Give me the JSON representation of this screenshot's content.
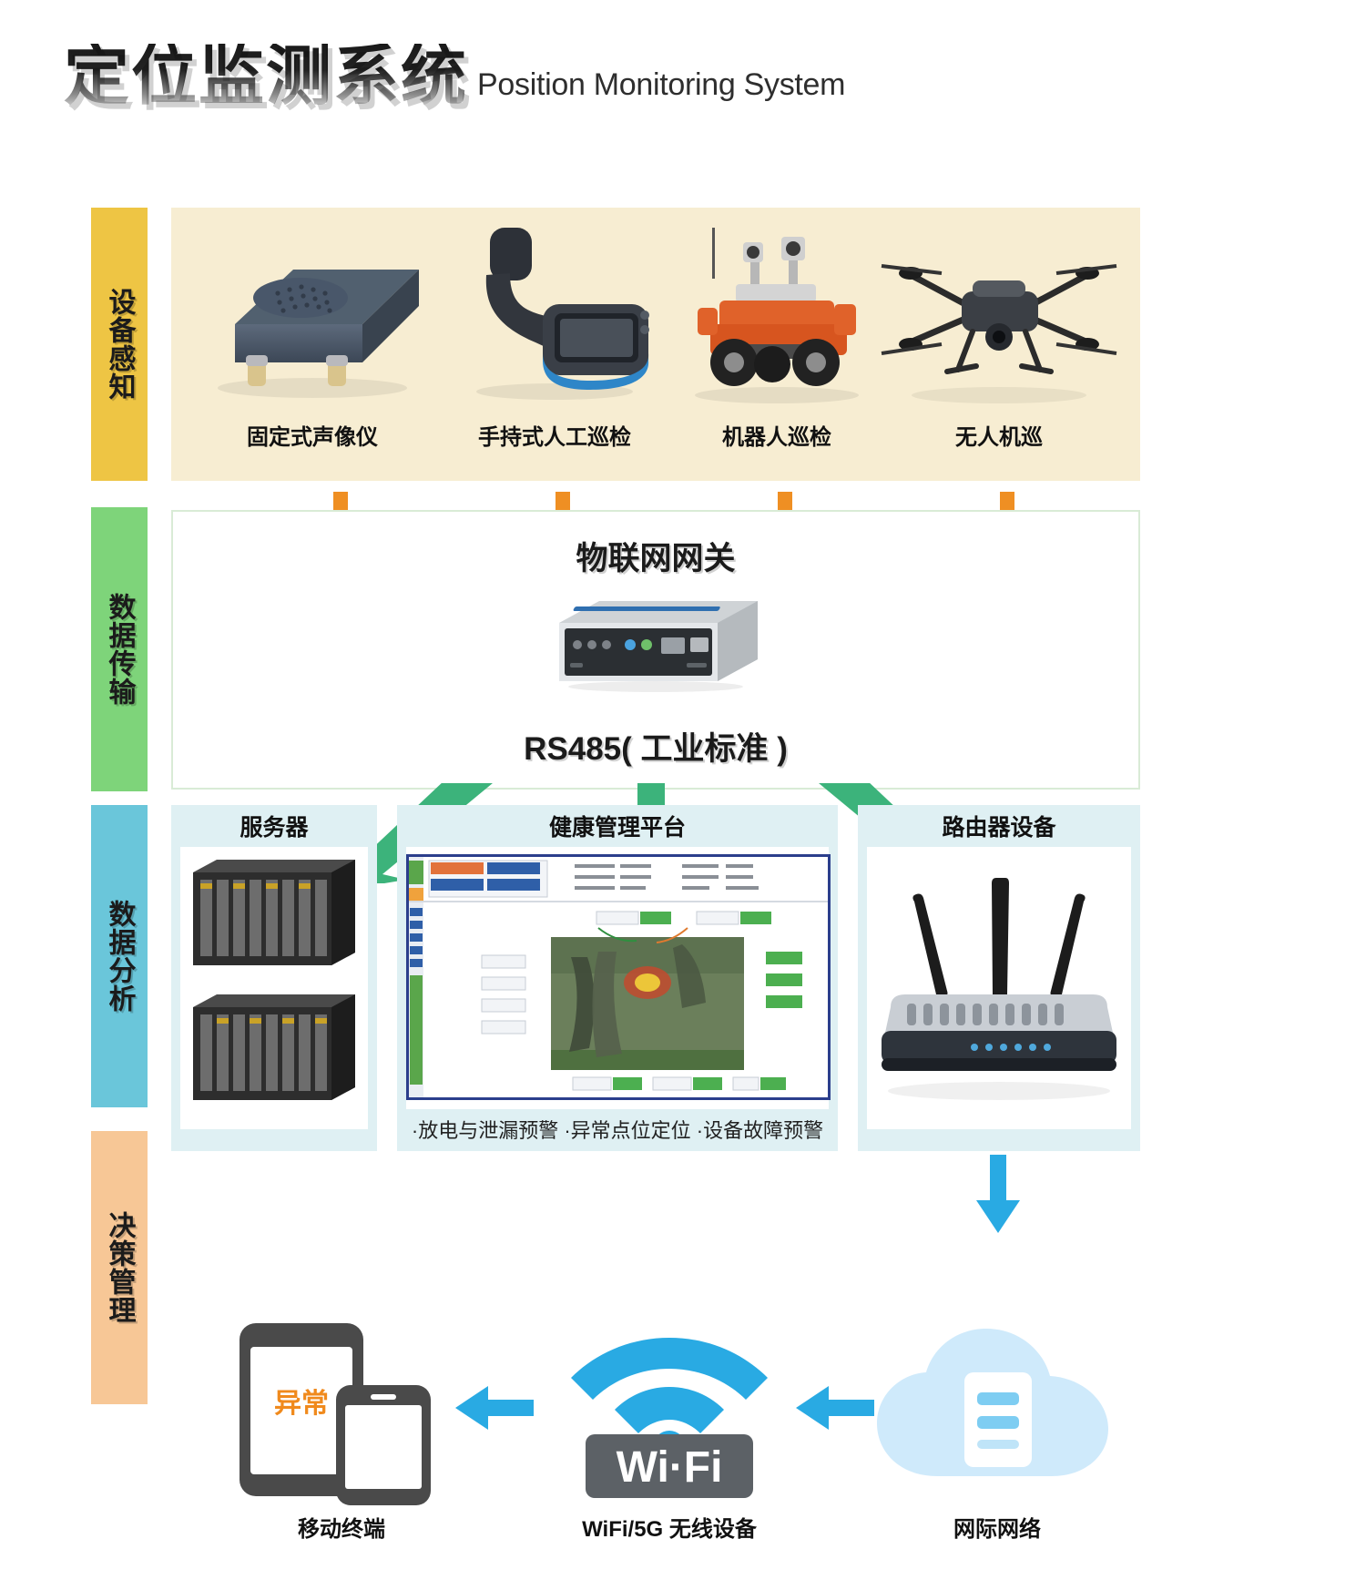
{
  "header": {
    "title_cn": "定位监测系统",
    "title_en": "Position Monitoring System"
  },
  "stages": [
    {
      "label": "设备感知",
      "color": "#eec544"
    },
    {
      "label": "数据传输",
      "color": "#7ed47a"
    },
    {
      "label": "数据分析",
      "color": "#6ac6da"
    },
    {
      "label": "决策管理",
      "color": "#f7c796"
    }
  ],
  "sensing": {
    "devices": [
      {
        "label": "固定式声像仪",
        "icon": "acoustic-imager-icon"
      },
      {
        "label": "手持式人工巡检",
        "icon": "handheld-inspector-icon"
      },
      {
        "label": "机器人巡检",
        "icon": "inspection-robot-icon"
      },
      {
        "label": "无人机巡",
        "icon": "drone-icon"
      }
    ]
  },
  "transmission": {
    "gateway_title": "物联网网关",
    "gateway_icon": "iot-gateway-box-icon",
    "protocol_label": "RS485( 工业标准 )"
  },
  "analysis": {
    "panels": [
      {
        "title": "服务器",
        "icon": "server-rack-icon"
      },
      {
        "title": "健康管理平台",
        "icon": "dashboard-screen-icon"
      },
      {
        "title": "路由器设备",
        "icon": "router-icon"
      }
    ],
    "platform_caption": "·放电与泄漏预警 ·异常点位定位 ·设备故障预警"
  },
  "decision": {
    "terminals": [
      {
        "label": "移动终端",
        "icon": "mobile-tablet-icon",
        "badge": "异常"
      },
      {
        "label": "WiFi/5G 无线设备",
        "icon": "wifi-icon",
        "wordmark": "Wi·Fi"
      },
      {
        "label": "网际网络",
        "icon": "cloud-server-icon"
      }
    ]
  },
  "colors": {
    "orange_arrow": "#ef8f23",
    "green_arrow": "#3cb37b",
    "blue_arrow": "#29aae3",
    "sense_band": "#f7edd2",
    "panel_bg": "#dff0f3",
    "alert_text": "#f08a1d"
  }
}
